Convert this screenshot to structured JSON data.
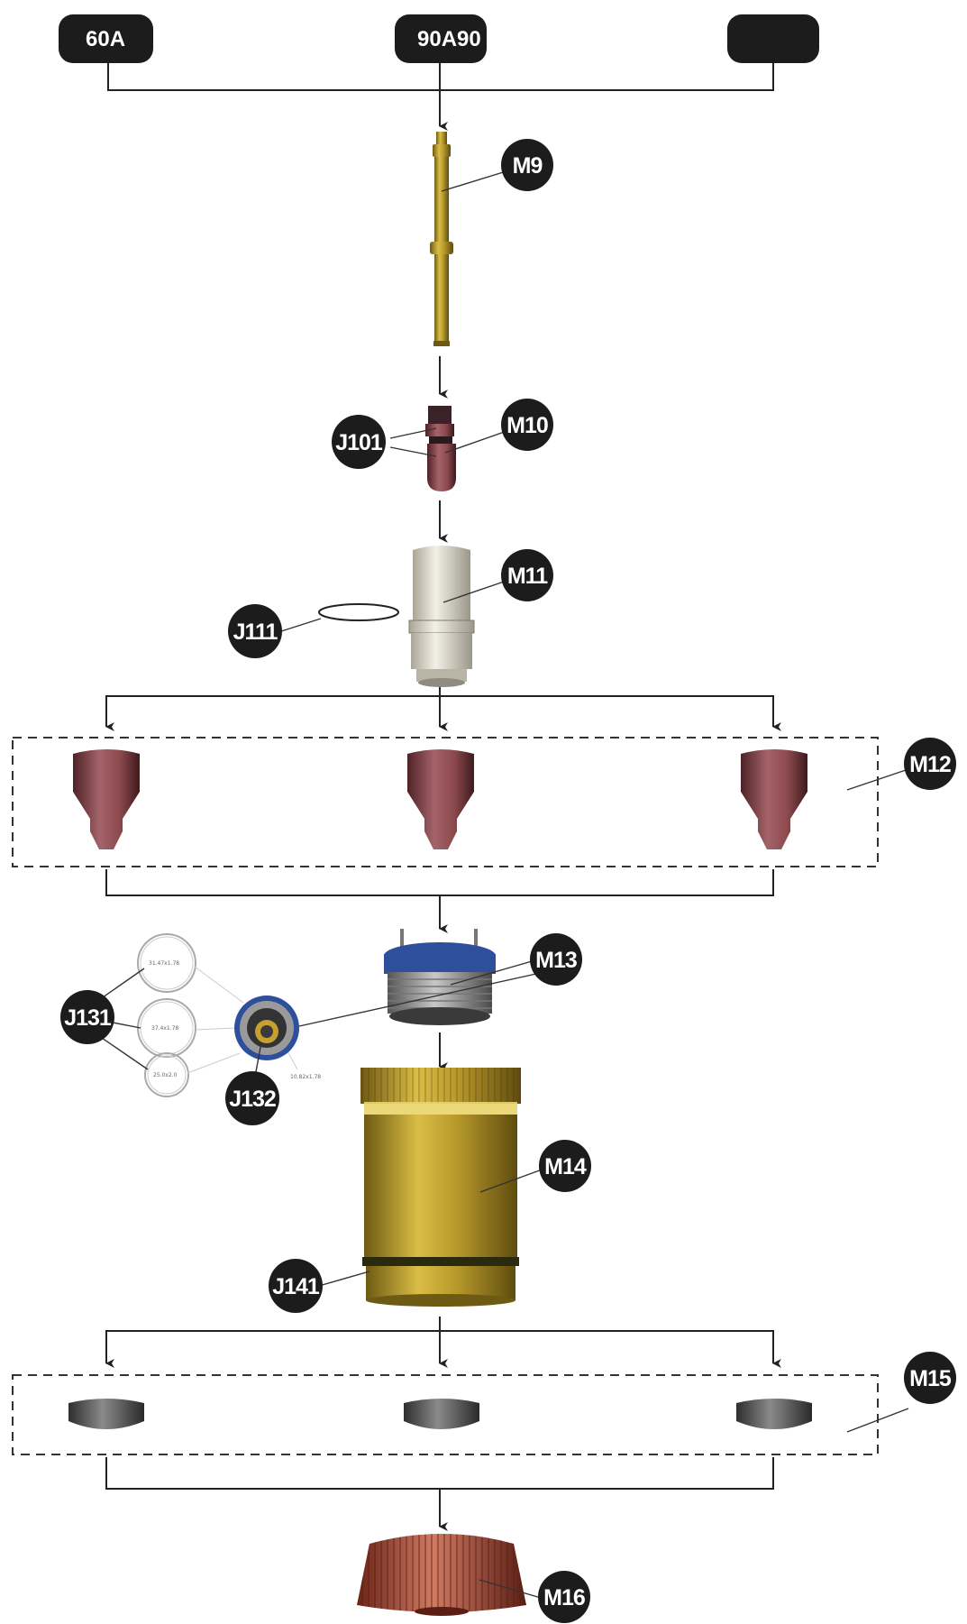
{
  "current_options": [
    "60A",
    "90A90",
    ""
  ],
  "part_labels": {
    "m9": "M9",
    "m10": "M10",
    "j101": "J101",
    "m11": "M11",
    "j111": "J111",
    "m12": "M12",
    "m13": "M13",
    "j131": "J131",
    "j132": "J132",
    "m14": "M14",
    "j141": "J141",
    "m15": "M15",
    "m16": "M16"
  },
  "o_ring_specs": [
    "31.47x1.78",
    "37.4x1.78",
    "25.0x2.0",
    "10.82x1.78"
  ],
  "colors": {
    "badge": "#1c1c1c",
    "brass": "#b89a2c",
    "copper": "#8c4a4e",
    "ceramic": "#e2ded2",
    "swirl_blue": "#2d4f9c",
    "shield_grey": "#5a5a5a",
    "retaining_cap": "#b0503e"
  }
}
